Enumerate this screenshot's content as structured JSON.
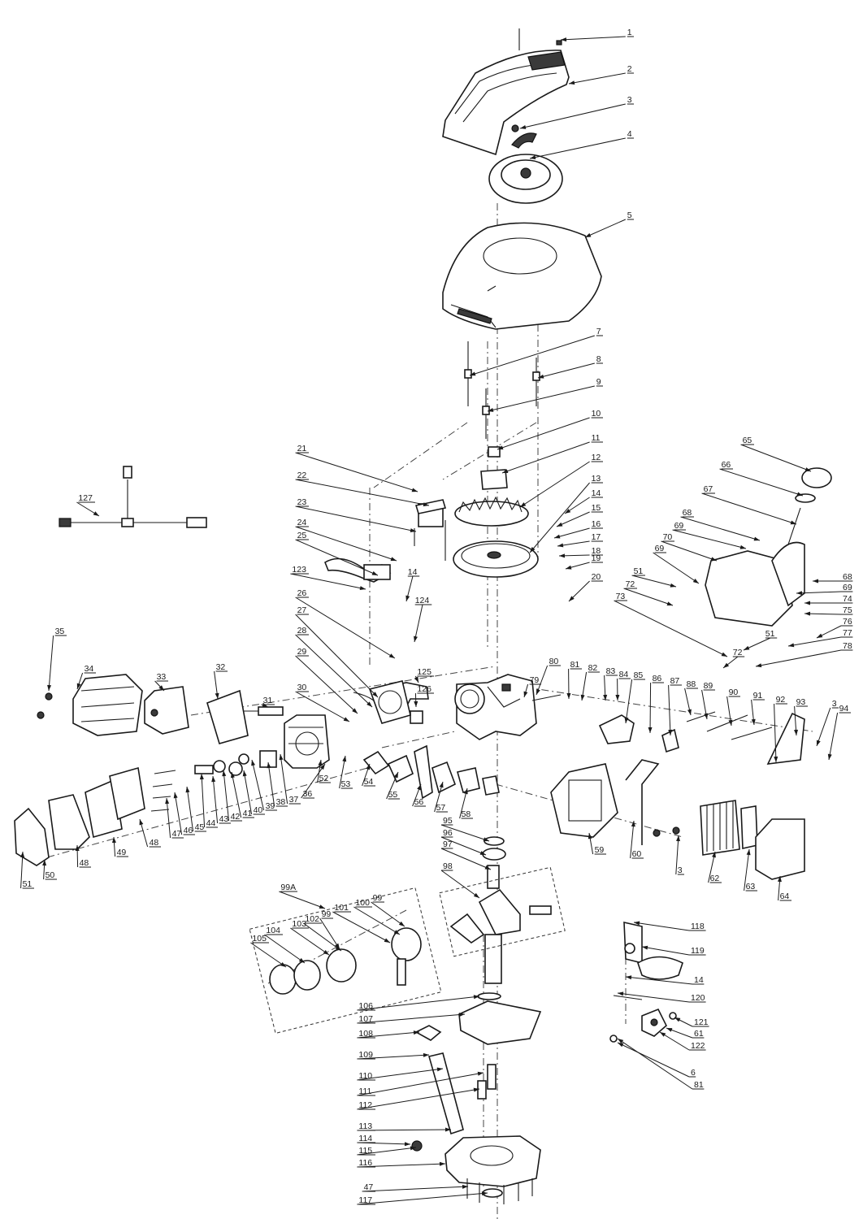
{
  "callouts": [
    {
      "label": "1"
    },
    {
      "label": "2"
    },
    {
      "label": "3"
    },
    {
      "label": "4"
    },
    {
      "label": "5"
    },
    {
      "label": "7"
    },
    {
      "label": "8"
    },
    {
      "label": "9"
    },
    {
      "label": "10"
    },
    {
      "label": "11"
    },
    {
      "label": "12"
    },
    {
      "label": "13"
    },
    {
      "label": "14"
    },
    {
      "label": "15"
    },
    {
      "label": "16"
    },
    {
      "label": "17"
    },
    {
      "label": "18"
    },
    {
      "label": "19"
    },
    {
      "label": "20"
    },
    {
      "label": "21"
    },
    {
      "label": "22"
    },
    {
      "label": "23"
    },
    {
      "label": "24"
    },
    {
      "label": "25"
    },
    {
      "label": "123"
    },
    {
      "label": "14"
    },
    {
      "label": "124"
    },
    {
      "label": "26"
    },
    {
      "label": "27"
    },
    {
      "label": "28"
    },
    {
      "label": "29"
    },
    {
      "label": "30"
    },
    {
      "label": "125"
    },
    {
      "label": "126"
    },
    {
      "label": "31"
    },
    {
      "label": "32"
    },
    {
      "label": "33"
    },
    {
      "label": "34"
    },
    {
      "label": "35"
    },
    {
      "label": "127"
    },
    {
      "label": "65"
    },
    {
      "label": "66"
    },
    {
      "label": "67"
    },
    {
      "label": "68"
    },
    {
      "label": "69"
    },
    {
      "label": "70"
    },
    {
      "label": "69"
    },
    {
      "label": "51"
    },
    {
      "label": "72"
    },
    {
      "label": "73"
    },
    {
      "label": "68"
    },
    {
      "label": "69"
    },
    {
      "label": "74"
    },
    {
      "label": "75"
    },
    {
      "label": "76"
    },
    {
      "label": "77"
    },
    {
      "label": "78"
    },
    {
      "label": "51"
    },
    {
      "label": "72"
    },
    {
      "label": "79"
    },
    {
      "label": "80"
    },
    {
      "label": "81"
    },
    {
      "label": "82"
    },
    {
      "label": "83"
    },
    {
      "label": "84"
    },
    {
      "label": "85"
    },
    {
      "label": "86"
    },
    {
      "label": "87"
    },
    {
      "label": "88"
    },
    {
      "label": "89"
    },
    {
      "label": "90"
    },
    {
      "label": "91"
    },
    {
      "label": "92"
    },
    {
      "label": "93"
    },
    {
      "label": "3"
    },
    {
      "label": "94"
    },
    {
      "label": "36"
    },
    {
      "label": "37"
    },
    {
      "label": "38"
    },
    {
      "label": "39"
    },
    {
      "label": "40"
    },
    {
      "label": "41"
    },
    {
      "label": "42"
    },
    {
      "label": "43"
    },
    {
      "label": "44"
    },
    {
      "label": "45"
    },
    {
      "label": "46"
    },
    {
      "label": "47"
    },
    {
      "label": "48"
    },
    {
      "label": "48"
    },
    {
      "label": "49"
    },
    {
      "label": "50"
    },
    {
      "label": "51"
    },
    {
      "label": "52"
    },
    {
      "label": "53"
    },
    {
      "label": "54"
    },
    {
      "label": "55"
    },
    {
      "label": "56"
    },
    {
      "label": "57"
    },
    {
      "label": "58"
    },
    {
      "label": "59"
    },
    {
      "label": "60"
    },
    {
      "label": "3"
    },
    {
      "label": "62"
    },
    {
      "label": "63"
    },
    {
      "label": "64"
    },
    {
      "label": "95"
    },
    {
      "label": "96"
    },
    {
      "label": "97"
    },
    {
      "label": "98"
    },
    {
      "label": "99A"
    },
    {
      "label": "99"
    },
    {
      "label": "100"
    },
    {
      "label": "101"
    },
    {
      "label": "102"
    },
    {
      "label": "103"
    },
    {
      "label": "99"
    },
    {
      "label": "104"
    },
    {
      "label": "105"
    },
    {
      "label": "118"
    },
    {
      "label": "119"
    },
    {
      "label": "14"
    },
    {
      "label": "120"
    },
    {
      "label": "121"
    },
    {
      "label": "61"
    },
    {
      "label": "122"
    },
    {
      "label": "6"
    },
    {
      "label": "81"
    },
    {
      "label": "106"
    },
    {
      "label": "107"
    },
    {
      "label": "108"
    },
    {
      "label": "109"
    },
    {
      "label": "110"
    },
    {
      "label": "111"
    },
    {
      "label": "112"
    },
    {
      "label": "113"
    },
    {
      "label": "114"
    },
    {
      "label": "115"
    },
    {
      "label": "116"
    },
    {
      "label": "47"
    },
    {
      "label": "117"
    }
  ]
}
